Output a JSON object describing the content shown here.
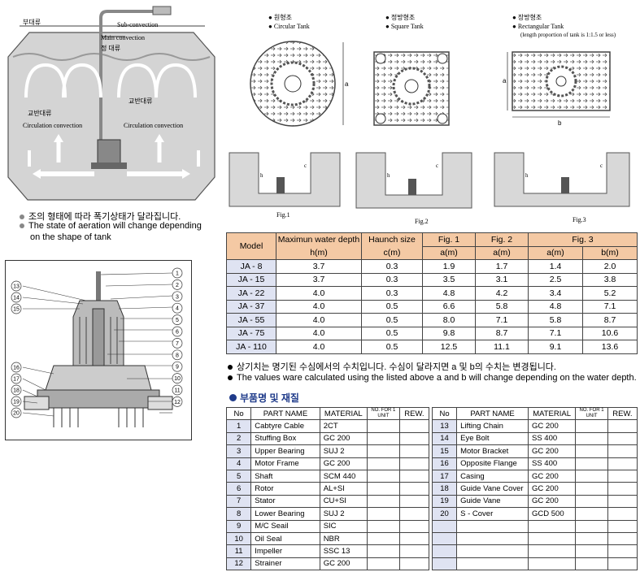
{
  "top_left_figure": {
    "labels": {
      "side_flow": "부대류",
      "sub_convection": "Sub-convection",
      "main_convection": "Main convection",
      "main_flow_kr": "정 대류",
      "circ_left_kr": "교반대류",
      "circ_left_en": "Circulation convection",
      "circ_right_kr": "교반대류",
      "circ_right_en": "Circulation convection"
    },
    "notes": [
      "조의 형태에 따라 폭기상태가 달라집니다.",
      "The state of aeration will change depending",
      "on the shape of tank"
    ]
  },
  "tank_types": [
    {
      "kr": "원형조",
      "en": "Circular Tank",
      "fig": "Fig.1"
    },
    {
      "kr": "정방형조",
      "en": "Square Tank",
      "fig": "Fig.2"
    },
    {
      "kr": "장방형조",
      "en": "Rectangular Tank",
      "note": "(length proportion of tank is 1:1.5 or less)",
      "fig": "Fig.3"
    }
  ],
  "dimension_labels": {
    "a": "a",
    "b": "b",
    "h": "h",
    "c": "c"
  },
  "spec_table": {
    "headers": {
      "model": "Model",
      "max_depth": "Maximun water depth",
      "max_depth_unit": "h(m)",
      "haunch": "Haunch size",
      "haunch_unit": "c(m)",
      "fig1": "Fig. 1",
      "fig2": "Fig. 2",
      "fig3": "Fig. 3",
      "fig1_a": "a(m)",
      "fig2_a": "a(m)",
      "fig3_a": "a(m)",
      "fig3_b": "b(m)"
    },
    "rows": [
      [
        "JA - 8",
        "3.7",
        "0.3",
        "1.9",
        "1.7",
        "1.4",
        "2.0"
      ],
      [
        "JA - 15",
        "3.7",
        "0.3",
        "3.5",
        "3.1",
        "2.5",
        "3.8"
      ],
      [
        "JA - 22",
        "4.0",
        "0.3",
        "4.8",
        "4.2",
        "3.4",
        "5.2"
      ],
      [
        "JA - 37",
        "4.0",
        "0.5",
        "6.6",
        "5.8",
        "4.8",
        "7.1"
      ],
      [
        "JA - 55",
        "4.0",
        "0.5",
        "8.0",
        "7.1",
        "5.8",
        "8.7"
      ],
      [
        "JA - 75",
        "4.0",
        "0.5",
        "9.8",
        "8.7",
        "7.1",
        "10.6"
      ],
      [
        "JA - 110",
        "4.0",
        "0.5",
        "12.5",
        "11.1",
        "9.1",
        "13.6"
      ]
    ],
    "notes": [
      "상기치는 명기된 수심에서의 수치입니다. 수심이 달라지면 a 및 b의 수치는 변경됩니다.",
      "The values ware calculated using the listed above a and b will change depending on the water depth."
    ]
  },
  "parts_section": {
    "title": "부품명 및 재질",
    "headers": {
      "no": "No",
      "part": "PART NAME",
      "material": "MATERIAL",
      "per_unit": "NO. FOR 1 UNIT",
      "rew": "REW."
    },
    "left": [
      [
        "1",
        "Cabtyre Cable",
        "2CT"
      ],
      [
        "2",
        "Stuffing Box",
        "GC 200"
      ],
      [
        "3",
        "Upper Bearing",
        "SUJ 2"
      ],
      [
        "4",
        "Motor Frame",
        "GC 200"
      ],
      [
        "5",
        "Shaft",
        "SCM 440"
      ],
      [
        "6",
        "Rotor",
        "AL+SI"
      ],
      [
        "7",
        "Stator",
        "CU+SI"
      ],
      [
        "8",
        "Lower Bearing",
        "SUJ 2"
      ],
      [
        "9",
        "M/C Seail",
        "SIC"
      ],
      [
        "10",
        "Oil Seal",
        "NBR"
      ],
      [
        "11",
        "Impeller",
        "SSC 13"
      ],
      [
        "12",
        "Strainer",
        "GC 200"
      ]
    ],
    "right": [
      [
        "13",
        "Lifting Chain",
        "GC 200"
      ],
      [
        "14",
        "Eye Bolt",
        "SS 400"
      ],
      [
        "15",
        "Motor Bracket",
        "GC 200"
      ],
      [
        "16",
        "Opposite Flange",
        "SS 400"
      ],
      [
        "17",
        "Casing",
        "GC 200"
      ],
      [
        "18",
        "Guide Vane Cover",
        "GC 200"
      ],
      [
        "19",
        "Guide Vane",
        "GC 200"
      ],
      [
        "20",
        "S - Cover",
        "GCD 500"
      ],
      [
        "",
        "",
        ""
      ],
      [
        "",
        "",
        ""
      ],
      [
        "",
        "",
        ""
      ],
      [
        "",
        "",
        ""
      ]
    ]
  },
  "callouts": [
    "1",
    "2",
    "3",
    "4",
    "5",
    "6",
    "7",
    "8",
    "9",
    "10",
    "11",
    "12",
    "13",
    "14",
    "15",
    "16",
    "17",
    "18",
    "19",
    "20"
  ]
}
